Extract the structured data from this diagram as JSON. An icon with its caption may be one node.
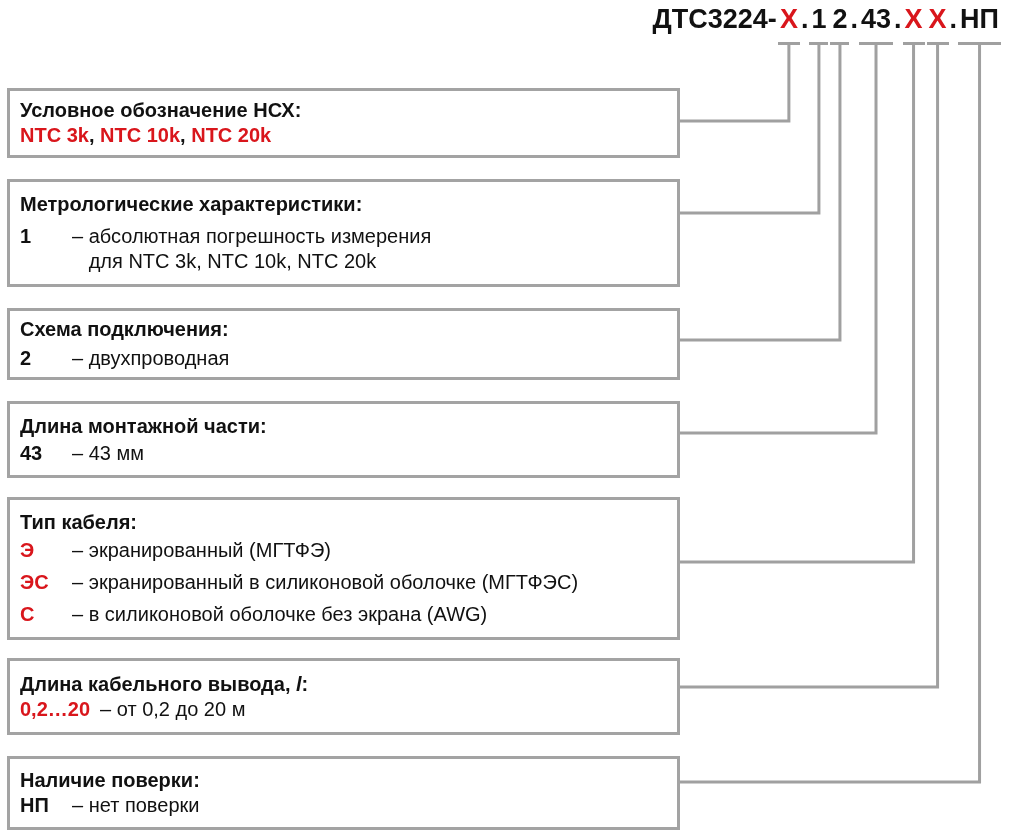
{
  "diagram": {
    "nodes": [
      {
        "text": [
          "Х"
        ]
      },
      {
        "text": [
          "1"
        ]
      },
      {
        "text": [
          "2"
        ]
      },
      {
        "text": [
          "43"
        ]
      },
      {
        "text": [
          "Х"
        ]
      },
      {
        "text": [
          "Х"
        ]
      },
      {
        "text": [
          "НП"
        ]
      },
      {
        "text": [
          "Условное обозначение НСХ:",
          "NTC 3k**,** NTC 10k**,** NTC 20k"
        ]
      },
      {
        "text": [
          "Метрологические характеристики:",
          "1",
          "– абсолютная погрешность измерения для NTC 3k, NTC 10k, NTC 20k"
        ]
      },
      {
        "text": [
          "Схема подключения:",
          "2",
          "– двухпроводная"
        ]
      },
      {
        "text": [
          "Длина монтажной части:",
          "43",
          "– 43 мм"
        ]
      },
      {
        "text": [
          "Тип кабеля:",
          "Э",
          "– экранированный (МГТФЭ)",
          "ЭС",
          "– экранированный в силиконовой оболочке (МГТФЭС)",
          "С",
          "– в силиконовой оболочке без экрана (AWG)"
        ]
      },
      {
        "text": [
          "Длина кабельного вывода, *l*:",
          "0,2…20",
          "– от 0,2 до 20 м"
        ]
      },
      {
        "text": [
          "Наличие поверки:",
          "НП",
          "– нет поверки"
        ]
      }
    ],
    "edges": [
      {
        "from": 0,
        "to": 7,
        "arrow": "none"
      },
      {
        "from": 1,
        "to": 8,
        "arrow": "none"
      },
      {
        "from": 2,
        "to": 9,
        "arrow": "none"
      },
      {
        "from": 3,
        "to": 10,
        "arrow": "none"
      },
      {
        "from": 4,
        "to": 11,
        "arrow": "none"
      },
      {
        "from": 5,
        "to": 12,
        "arrow": "none"
      },
      {
        "from": 6,
        "to": 13,
        "arrow": "none"
      }
    ],
    "labels": [
      "ДТС3224-",
      ".",
      ".",
      ".",
      "."
    ]
  }
}
